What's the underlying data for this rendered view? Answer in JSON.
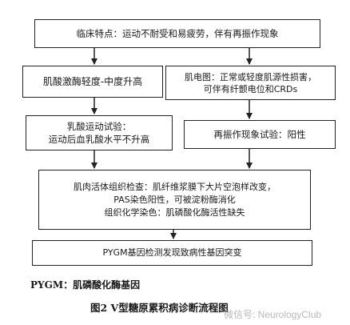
{
  "flowchart": {
    "clinical": [
      "临床特点：运动不耐受和易疲劳，伴有再振作现象"
    ],
    "ck": [
      "肌酸激酶轻度-中度升高"
    ],
    "emg": [
      "肌电图：正常或轻度肌源性损害，",
      "可伴有纤颤电位和CRDs"
    ],
    "lactate": [
      "乳酸运动试验：",
      "运动后血乳酸水平不升高"
    ],
    "second_wind": [
      "再振作现象试验：阳性"
    ],
    "biopsy": [
      "肌肉活体组织检查：肌纤维浆膜下大片空泡样改变，",
      "PAS染色阳性，可被淀粉酶消化",
      "组织化学染色：肌磷酸化酶活性缺失"
    ],
    "gene": [
      "PYGM基因检测发现致病性基因突变"
    ]
  },
  "footnote": "PYGM：肌磷酸化酶基因",
  "caption": "图2   V型糖原累积病诊断流程图",
  "watermark": "微信号: NeurologyClub",
  "colors": {
    "line": "#222222",
    "watermark": "#b9b9b9"
  }
}
